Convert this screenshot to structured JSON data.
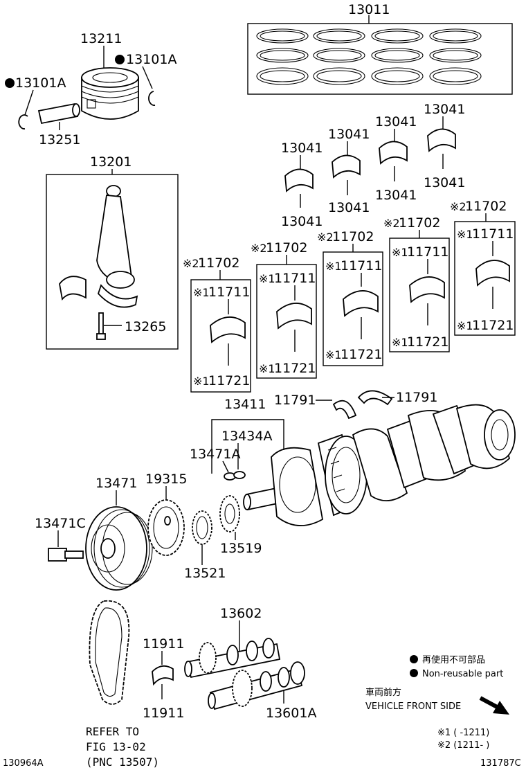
{
  "labels": {
    "p13011": "13011",
    "p13211": "13211",
    "p13101a_left": "13101A",
    "p13101a_right": "13101A",
    "p13251": "13251",
    "p13201": "13201",
    "p13265": "13265",
    "bearings_top": [
      "13041",
      "13041",
      "13041",
      "13041"
    ],
    "bearings_bottom": [
      "13041",
      "13041",
      "13041",
      "13041"
    ],
    "p11702": [
      "11702",
      "11702",
      "11702",
      "11702",
      "11702"
    ],
    "p11702_mark": "※2",
    "p11711": [
      "11711",
      "11711",
      "11711",
      "11711",
      "11711"
    ],
    "p11721": [
      "11721",
      "11721",
      "11721",
      "11721",
      "11721"
    ],
    "p117xx_mark": "※1",
    "p11791_left": "11791",
    "p11791_right": "11791",
    "p13411": "13411",
    "p13434a": "13434A",
    "p13471a": "13471A",
    "p13471": "13471",
    "p19315": "19315",
    "p13471c": "13471C",
    "p13521": "13521",
    "p13519": "13519",
    "p13602": "13602",
    "p11911_top": "11911",
    "p11911_bottom": "11911",
    "p13601a": "13601A",
    "refer_line1": "REFER TO",
    "refer_line2": "FIG 13-02",
    "refer_line3": "(PNC 13507)",
    "fig_left": "130964A",
    "fig_right": "131787C"
  },
  "legend": {
    "nonreusable_jp": "再使用不可部品",
    "nonreusable_en": "Non-reusable part",
    "front_jp": "車両前方",
    "front_en": "VEHICLE FRONT SIDE",
    "note1": "※1 (      -1211)",
    "note2": "※2 (1211-      )"
  }
}
